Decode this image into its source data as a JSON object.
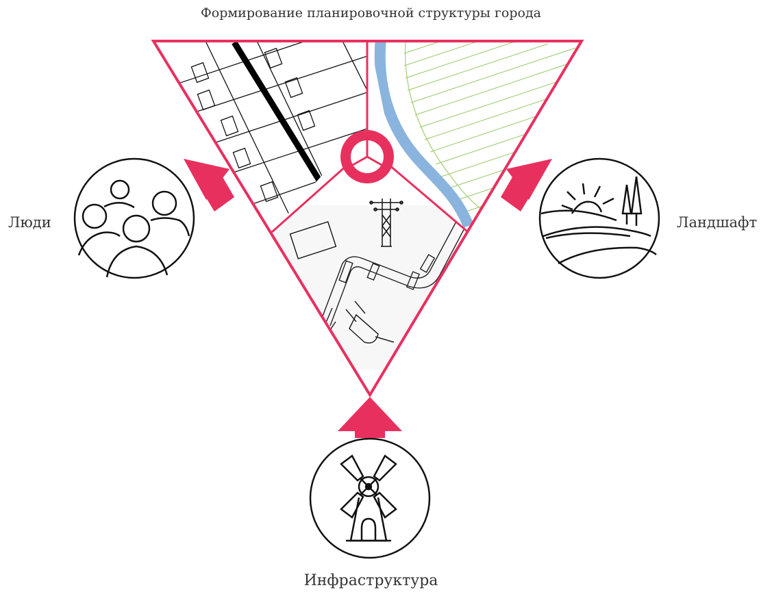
{
  "title": "Формирование планировочной структуры города",
  "nodes": {
    "people": {
      "label": "Люди",
      "icon": "people-group-icon"
    },
    "landscape": {
      "label": "Ландшафт",
      "icon": "landscape-sun-trees-icon"
    },
    "infrastructure": {
      "label": "Инфраструктура",
      "icon": "windmill-icon"
    }
  },
  "center_icon": "ring-junction-icon",
  "colors": {
    "accent": "#e8305e",
    "water": "#8ab4de",
    "green_hatch": "#a8d080",
    "ink": "#111111"
  }
}
